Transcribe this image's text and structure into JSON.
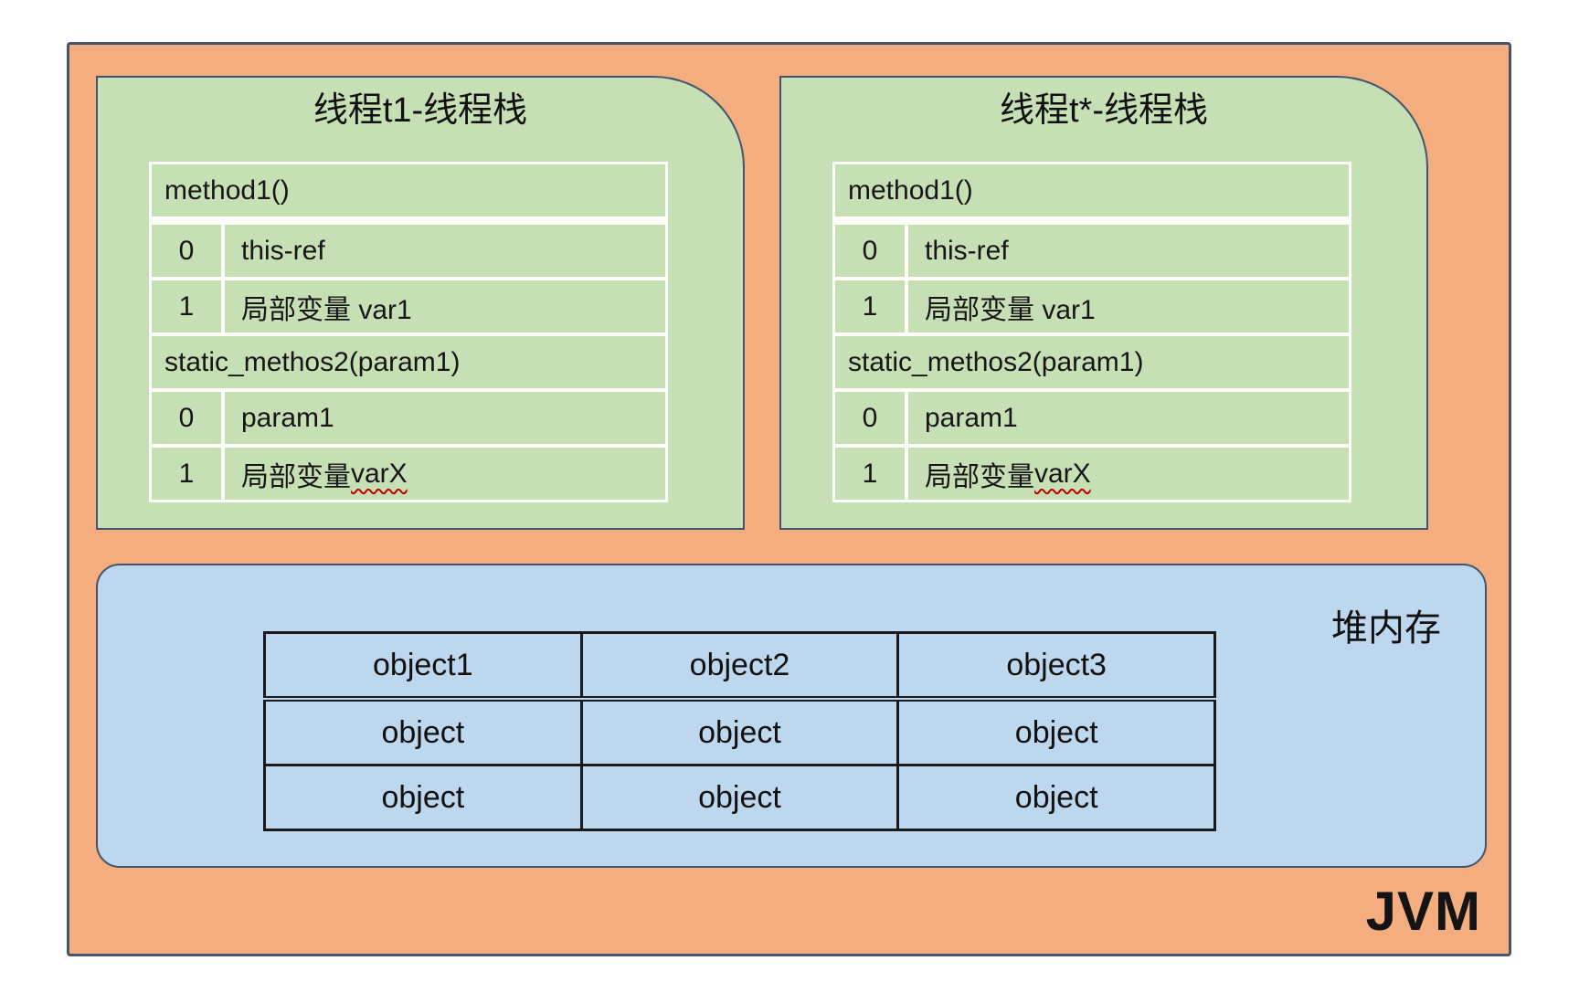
{
  "jvm_label": "JVM",
  "colors": {
    "jvm_background": "#F3AD7F",
    "stack_background": "#C7DFB5",
    "heap_background": "#BDD7EE",
    "outline": "#44546A",
    "heap_table_border": "#1A1A1A",
    "spellcheck_underline": "#C00000"
  },
  "thread_stacks": [
    {
      "title": "线程t1-线程栈",
      "frames": [
        {
          "kind": "method",
          "label": "method1()"
        },
        {
          "kind": "slot",
          "index": "0",
          "value": "this-ref",
          "marked": ""
        },
        {
          "kind": "slot",
          "index": "1",
          "value": "局部变量 var1",
          "marked": ""
        },
        {
          "kind": "method",
          "label": "static_methos2(param1)"
        },
        {
          "kind": "slot",
          "index": "0",
          "value": "param1",
          "marked": ""
        },
        {
          "kind": "slot",
          "index": "1",
          "value": "局部变量 ",
          "marked": "varX"
        }
      ]
    },
    {
      "title": "线程t*-线程栈",
      "frames": [
        {
          "kind": "method",
          "label": "method1()"
        },
        {
          "kind": "slot",
          "index": "0",
          "value": "this-ref",
          "marked": ""
        },
        {
          "kind": "slot",
          "index": "1",
          "value": "局部变量 var1",
          "marked": ""
        },
        {
          "kind": "method",
          "label": "static_methos2(param1)"
        },
        {
          "kind": "slot",
          "index": "0",
          "value": "param1",
          "marked": ""
        },
        {
          "kind": "slot",
          "index": "1",
          "value": "局部变量 ",
          "marked": "varX"
        }
      ]
    }
  ],
  "heap": {
    "label": "堆内存",
    "table": {
      "header": [
        "object1",
        "object2",
        "object3"
      ],
      "rows": [
        [
          "object",
          "object",
          "object"
        ],
        [
          "object",
          "object",
          "object"
        ]
      ]
    }
  }
}
